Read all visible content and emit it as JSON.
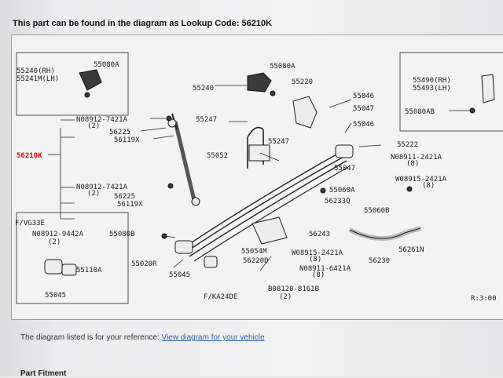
{
  "header": {
    "lookup_text": "This part can be found in the diagram as Lookup Code: 56210K"
  },
  "diagram": {
    "labels": [
      "55240(RH)",
      "55241M(LH)",
      "55080A",
      "55080A",
      "55240",
      "55220",
      "55046",
      "55047",
      "55046",
      "55490(RH)",
      "55493(LH)",
      "55080AB",
      "N08912-7421A",
      "(2)",
      "56225",
      "56119X",
      "55247",
      "55247",
      "55052",
      "56210K",
      "55222",
      "N08911-2421A",
      "(8)",
      "55047",
      "W08915-2421A",
      "(8)",
      "N08912-7421A",
      "(2)",
      "56225",
      "56119X",
      "55060A",
      "56233Q",
      "55060B",
      "56243",
      "F/VG33E",
      "N08912-9442A",
      "(2)",
      "55080B",
      "55110A",
      "55045",
      "55054M",
      "W08915-2421A",
      "(8)",
      "56230",
      "56261N",
      "55020R",
      "56220D",
      "N08911-6421A",
      "(8)",
      "55045",
      "B08120-8161B",
      "(2)",
      "F/KA24DE",
      "R:3:00"
    ],
    "highlight_color": "#d60000"
  },
  "footer": {
    "reference_prefix": "The diagram listed is for your reference:",
    "reference_link": "View diagram for your vehicle",
    "section_title": "Part Fitment",
    "link_color": "#2f5fb0"
  }
}
